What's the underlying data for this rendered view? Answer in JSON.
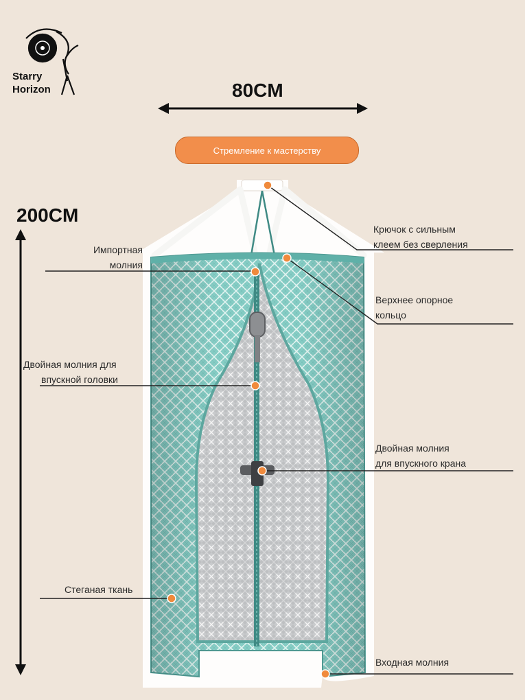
{
  "brand": {
    "line1": "Starry",
    "line2": "Horizon",
    "logo_icon": "record-player-logo-icon"
  },
  "dimensions": {
    "width_label": "80CM",
    "height_label": "200CM"
  },
  "banner": {
    "label": "Стремление к мастерству",
    "color": "#f28e4b"
  },
  "labels": {
    "hook": [
      "Крючок с сильным",
      "клеем без сверления"
    ],
    "imported_zipper": [
      "Импортная",
      "молния"
    ],
    "top_ring": [
      "Верхнее опорное",
      "кольцо"
    ],
    "double_zipper_head": [
      "Двойная молния для",
      "впускной головки"
    ],
    "double_zipper_valve": [
      "Двойная молния",
      "для впускного крана"
    ],
    "quilted_fabric": [
      "Стеганая ткань"
    ],
    "entry_zipper": [
      "Входная молния"
    ]
  },
  "colors": {
    "fabric": "#86cdc5",
    "marker": "#f08a3c",
    "silver": "#c9cbcd",
    "pipe": "#3f8a84"
  }
}
